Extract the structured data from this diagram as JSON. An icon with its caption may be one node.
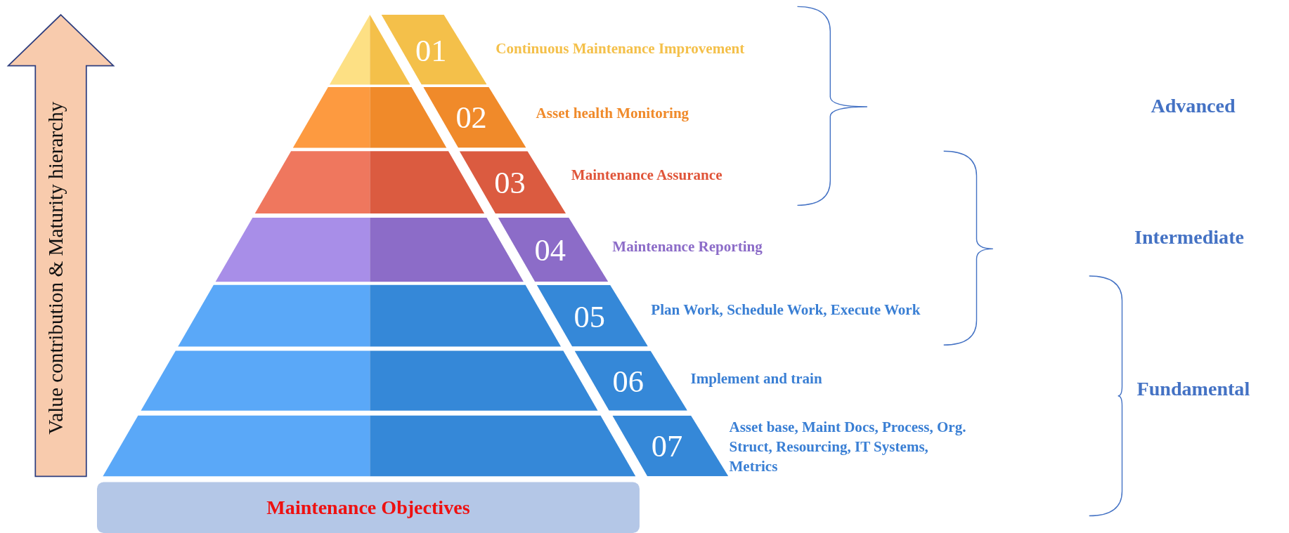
{
  "diagram": {
    "nodes": [
      {
        "text": [
          "Value contribution & Maturity hierarchy"
        ]
      },
      {
        "text": [
          "01"
        ],
        "beside": [
          "Continuous Maintenance Improvement"
        ]
      },
      {
        "text": [
          "02"
        ],
        "beside": [
          "Asset health Monitoring"
        ]
      },
      {
        "text": [
          "03"
        ],
        "beside": [
          "Maintenance Assurance"
        ]
      },
      {
        "text": [
          "04"
        ],
        "beside": [
          "Maintenance Reporting"
        ]
      },
      {
        "text": [
          "05"
        ],
        "beside": [
          "Plan Work, Schedule Work, Execute Work"
        ]
      },
      {
        "text": [
          "06"
        ],
        "beside": [
          "Implement and train"
        ]
      },
      {
        "text": [
          "07"
        ],
        "beside": [
          "Asset base, Maint Docs, Process, Org. Struct, Resourcing, IT Systems, Metrics"
        ]
      },
      {
        "text": [
          "Maintenance Objectives"
        ]
      }
    ],
    "labels": [
      "Advanced",
      "Intermediate",
      "Fundamental"
    ]
  }
}
